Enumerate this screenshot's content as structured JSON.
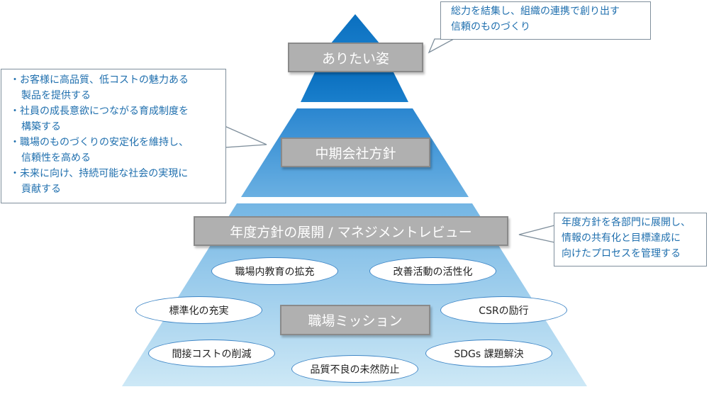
{
  "levels": {
    "top": "ありたい姿",
    "mid": "中期会社方針",
    "upper_low": "年度方針の展開 / マネジメントレビュー",
    "base": "職場ミッション"
  },
  "missions": [
    "職場内教育の拡充",
    "改善活動の活性化",
    "標準化の充実",
    "CSRの励行",
    "間接コストの削減",
    "SDGs 課題解決",
    "品質不良の未然防止"
  ],
  "callouts": {
    "top_right": [
      "総力を結集し、組織の連携で創り出す",
      "信頼のものづくり"
    ],
    "left": [
      {
        "bullet": "・",
        "lines": [
          "お客様に高品質、低コストの魅力ある",
          "製品を提供する"
        ]
      },
      {
        "bullet": "・",
        "lines": [
          "社員の成長意欲につながる育成制度を",
          "構築する"
        ]
      },
      {
        "bullet": "・",
        "lines": [
          "職場のものづくりの安定化を維持し、",
          "信頼性を高める"
        ]
      },
      {
        "bullet": "・",
        "lines": [
          "未来に向け、持続可能な社会の実現に",
          "貢献する"
        ]
      }
    ],
    "right": [
      "年度方針を各部門に展開し、",
      "情報の共有化と目標達成に",
      "向けたプロセスを管理する"
    ]
  },
  "colors": {
    "top_band": "#0b73c2",
    "base_band": "#c6e4f4",
    "label_fill": "#b0b0b0",
    "callout_text": "#1f6fae"
  }
}
